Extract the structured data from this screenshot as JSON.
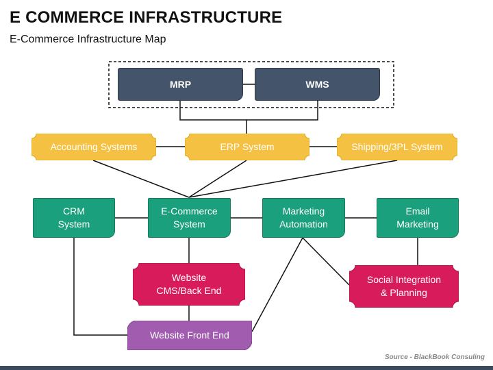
{
  "header": {
    "title": "E COMMERCE INFRASTRUCTURE",
    "subtitle": "E-Commerce Infrastructure Map"
  },
  "footer": {
    "source": "Source - BlackBook Consuling"
  },
  "colors": {
    "dark": "#44546a",
    "yellow": "#f5c142",
    "teal": "#1aa07c",
    "pink": "#d81b5a",
    "purple": "#a15cb0",
    "line": "#111111"
  },
  "nodes": {
    "mrp": "MRP",
    "wms": "WMS",
    "accounting": "Accounting Systems",
    "erp": "ERP System",
    "shipping": "Shipping/3PL System",
    "crm": "CRM\nSystem",
    "ecommerce": "E-Commerce\nSystem",
    "marketing_automation": "Marketing\nAutomation",
    "email_marketing": "Email\nMarketing",
    "website_cms": "Website\nCMS/Back End",
    "social": "Social Integration\n& Planning",
    "front_end": "Website Front End"
  }
}
